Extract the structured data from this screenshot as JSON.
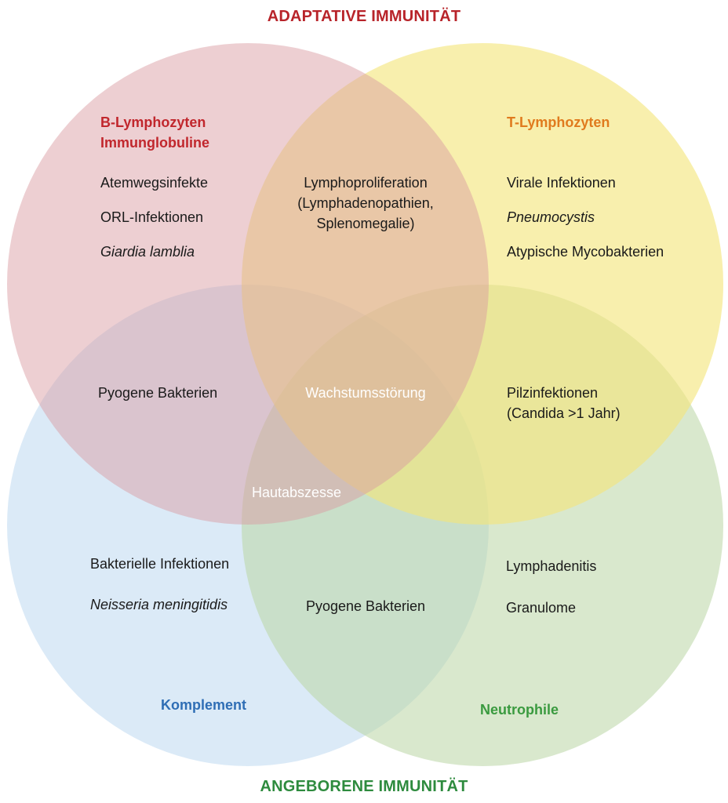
{
  "header_top": "ADAPTATIVE IMMUNITÄT",
  "header_bottom": "ANGEBORENE IMMUNITÄT",
  "colors": {
    "adaptive_header": "#b8242a",
    "innate_header": "#2e8b3e",
    "b_cells": "#c1272d",
    "t_cells": "#e07b1e",
    "complement": "#2f6eb5",
    "neutrophils": "#3a9a3f",
    "circle_b": "#d99aa0",
    "circle_t": "#f3e57a",
    "circle_complement": "#a9cdec",
    "circle_neutrophils": "#b9d6a4"
  },
  "circles": {
    "b_cells": {
      "title_line1": "B-Lymphozyten",
      "title_line2": "Immunglobuline",
      "items": [
        "Atemwegsinfekte",
        "ORL-Infektionen",
        "Giardia lamblia"
      ]
    },
    "t_cells": {
      "title": "T-Lymphozyten",
      "items": [
        "Virale Infektionen",
        "Pneumocystis",
        "Atypische Mycobakterien"
      ]
    },
    "complement": {
      "title": "Komplement",
      "items": [
        "Bakterielle Infektionen",
        "Neisseria meningitidis"
      ]
    },
    "neutrophils": {
      "title": "Neutrophile",
      "items": [
        "Lymphadenitis",
        "Granulome"
      ]
    }
  },
  "overlaps": {
    "b_t": [
      "Lymphoproliferation",
      "(Lymphadenopathien,",
      "Splenomegalie)"
    ],
    "b_complement": "Pyogene Bakterien",
    "center": "Wachstumsstörung",
    "t_neutrophils": [
      "Pilzinfektionen",
      "(Candida >1 Jahr)"
    ],
    "b_neutrophils": "Hautabszesse",
    "complement_neutrophils": "Pyogene Bakterien"
  }
}
